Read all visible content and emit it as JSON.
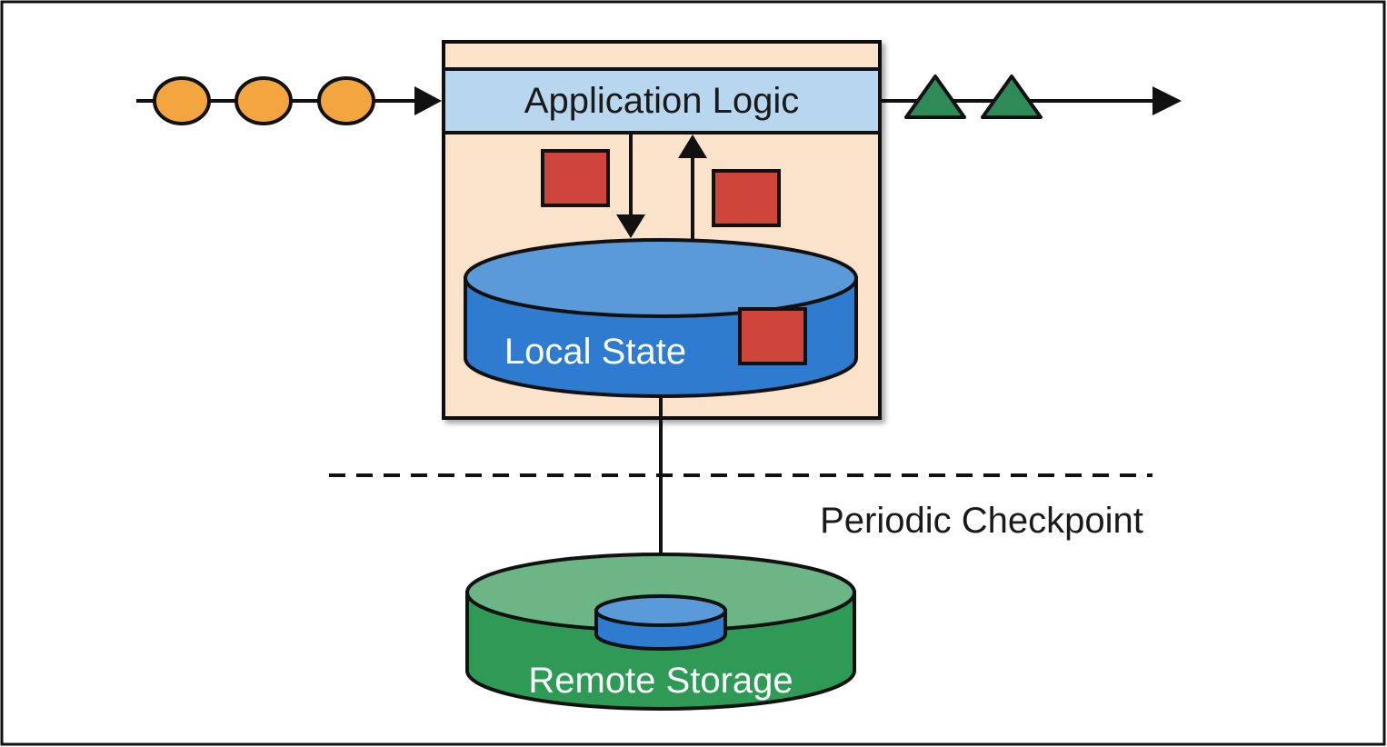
{
  "diagram": {
    "labels": {
      "application_logic": "Application Logic",
      "local_state": "Local State",
      "periodic_checkpoint": "Periodic Checkpoint",
      "remote_storage": "Remote Storage"
    },
    "colors": {
      "input_event": "#f3a63f",
      "output_event": "#2e8b57",
      "state_item": "#d0453b",
      "task_box": "#fbe3cb",
      "logic_bar": "#b8d6ee",
      "local_db": "#2f7bcf",
      "remote_db": "#2f9a55"
    },
    "input_event_count": 3,
    "output_event_count": 2
  }
}
